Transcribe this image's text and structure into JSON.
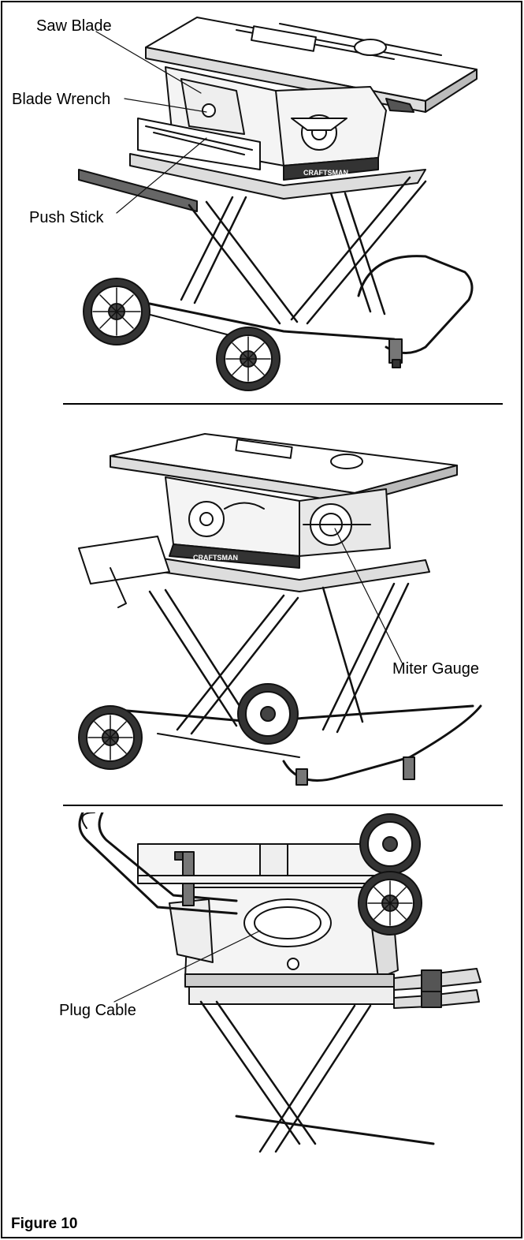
{
  "figure": {
    "caption": "Figure 10",
    "panels": [
      {
        "id": "top",
        "callouts": [
          {
            "key": "saw_blade",
            "text": "Saw Blade"
          },
          {
            "key": "blade_wrench",
            "text": "Blade Wrench"
          },
          {
            "key": "push_stick",
            "text": "Push Stick"
          }
        ],
        "brand_text": "CRAFTSMAN"
      },
      {
        "id": "middle",
        "callouts": [
          {
            "key": "miter_gauge",
            "text": "Miter Gauge"
          }
        ],
        "brand_text": "CRAFTSMAN"
      },
      {
        "id": "bottom",
        "callouts": [
          {
            "key": "plug_cable",
            "text": "Plug Cable"
          }
        ]
      }
    ]
  }
}
